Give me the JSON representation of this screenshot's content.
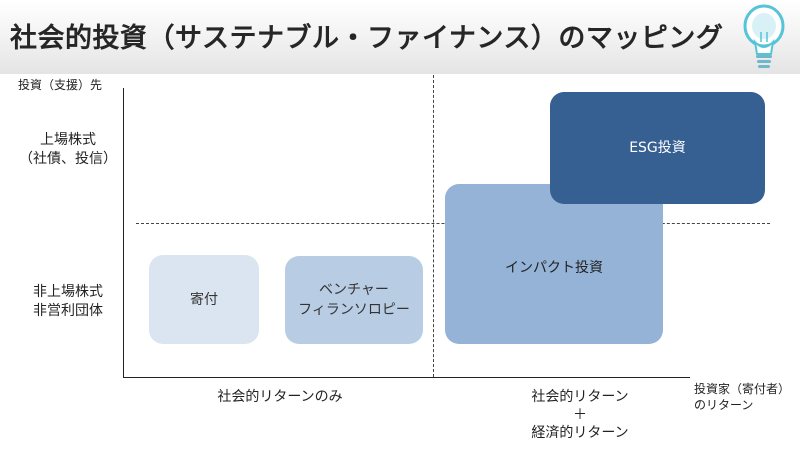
{
  "title": "社会的投資（サステナブル・ファイナンス）のマッピング",
  "axes": {
    "y_title": "投資（支援）先",
    "y_upper_label": "上場株式\n（社債、投信）",
    "y_lower_label": "非上場株式\n非営利団体",
    "x_title": "投資家（寄付者）\nのリターン",
    "x_left_label": "社会的リターンのみ",
    "x_right_label": "社会的リターン\n＋\n経済的リターン"
  },
  "boxes": {
    "kifu": "寄付",
    "venture": "ベンチャー\nフィランソロピー",
    "impact": "インパクト投資",
    "esg": "ESG投資"
  },
  "colors": {
    "kifu": "#dbe5f1",
    "venture": "#b8cce4",
    "impact": "#95b3d7",
    "esg": "#366092"
  }
}
